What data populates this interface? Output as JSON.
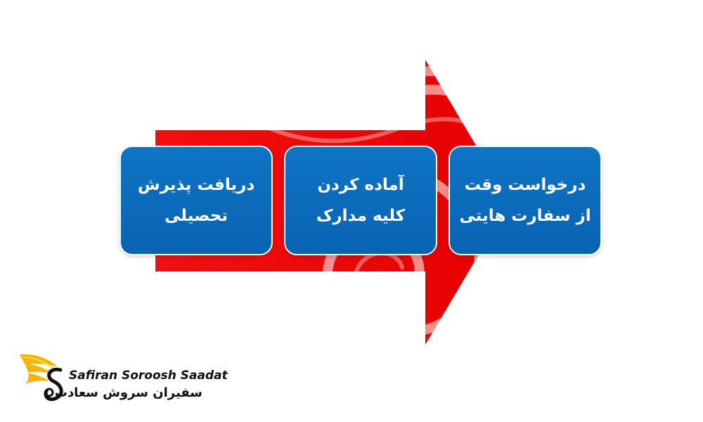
{
  "diagram": {
    "steps": [
      {
        "line1": "درخواست وقت",
        "line2": "از سفارت هایتی"
      },
      {
        "line1": "آماده کردن",
        "line2": "کلیه مدارک"
      },
      {
        "line1": "دریافت پذیرش",
        "line2": "تحصیلی"
      }
    ],
    "arrow_color": "#f20d0d",
    "box_color": "#0a6bbb",
    "arrow_icon": "right-arrow"
  },
  "logo": {
    "name_en": "Safiran Soroosh Saadat",
    "name_fa": "سفیران سروش سعادت",
    "icon": "winged-s-logo",
    "accent_color": "#f5b400"
  }
}
